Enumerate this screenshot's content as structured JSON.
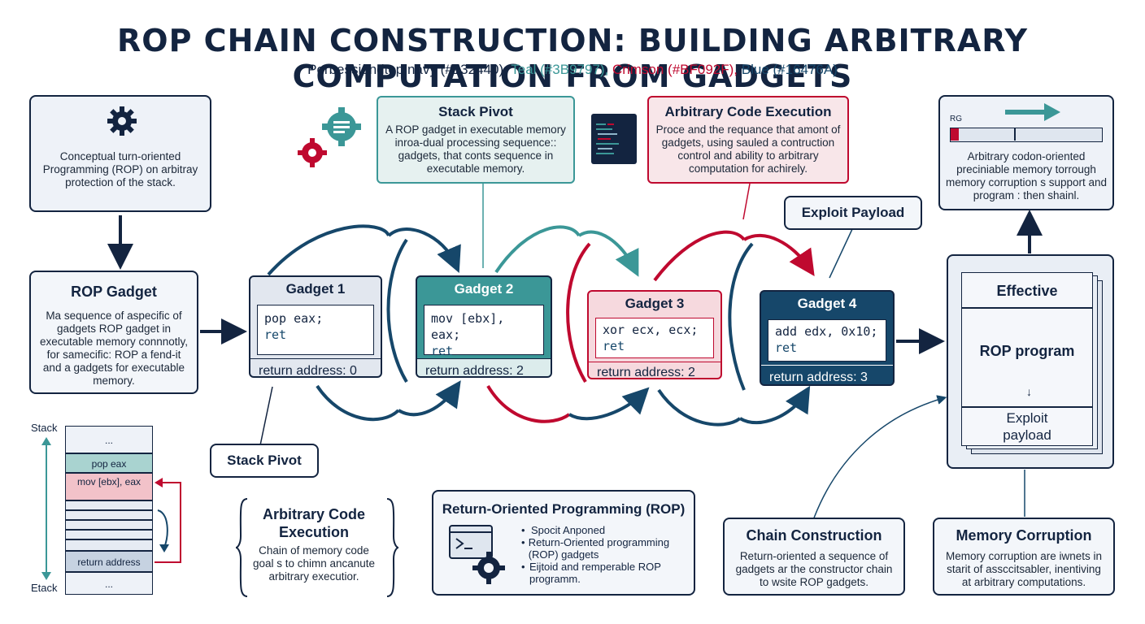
{
  "title": "ROP CHAIN CONSTRUCTION: BUILDING ARBITRARY COMPUTATION FROM GADGETS",
  "subtitle": {
    "navy": "Porbessiondtep navy (#132440),",
    "teal": "Teal (#3B9797),",
    "crimson": "Crimson (#BF092F),",
    "blue": "Blue (#16476A)"
  },
  "colors": {
    "navy": "#132440",
    "teal": "#3B9797",
    "crimson": "#BF092F",
    "blue": "#16476A"
  },
  "intro_box": {
    "icon": "gear-icon",
    "text": "Conceptual turn-oriented Programming (ROP) on arbitray protection of the stack."
  },
  "rop_gadget_box": {
    "title": "ROP Gadget",
    "text": "Ma sequence of aspecific of gadgets ROP gadget in executable memory connnotly, for samecific: ROP a fend-it and a gadgets for executable memory."
  },
  "stack_pivot_top": {
    "title": "Stack Pivot",
    "text": "A ROP gadget in executable memory inroa-dual processing sequence:: gadgets, that conts sequence in executable memory."
  },
  "arbitrary_top": {
    "title": "Arbitrary Code Execution",
    "text": "Proce and the requance that amont of gadgets, using sauled a contruction control and ability to arbitrary computation for achirely."
  },
  "exploit_payload_label": "Exploit Payload",
  "top_right": {
    "bar_label": "RG",
    "text": "Arbitrary codon-oriented preciniable memory torrough memory corruption s support and program : then shainl."
  },
  "gadgets": [
    {
      "title": "Gadget 1",
      "line1": "pop eax;",
      "line2": "ret",
      "ret": "return address: 0"
    },
    {
      "title": "Gadget 2",
      "line1": "mov [ebx], eax;",
      "line2": "ret",
      "ret": "return address: 2"
    },
    {
      "title": "Gadget 3",
      "line1": "xor ecx, ecx;",
      "line2": "ret",
      "ret": "return address: 2"
    },
    {
      "title": "Gadget 4",
      "line1": "add edx, 0x10;",
      "line2": "ret",
      "ret": "return address: 3"
    }
  ],
  "effective": {
    "title": "Effective",
    "middle": "ROP program",
    "bottom": "Exploit payload"
  },
  "stack": {
    "top_label": "Stack",
    "bottom_label": "Etack",
    "cells": [
      "...",
      "pop eax",
      "mov [ebx], eax",
      "return address",
      "..."
    ]
  },
  "stack_pivot_label": "Stack Pivot",
  "arbitrary_bottom": {
    "title": "Arbitrary Code Execution",
    "text": "Chain of memory code goal s to chimn ancanute arbitrary executior."
  },
  "rop_box": {
    "title": "Return-Oriented Programming (ROP)",
    "bullets": [
      "Spocit Anponed",
      "Return-Oriented programming (ROP) gadgets",
      "Eijtoid and remperable ROP programm."
    ]
  },
  "chain_construction": {
    "title": "Chain Construction",
    "text": "Return-oriented a sequence of gadgets ar the constructor chain to wsite ROP gadgets."
  },
  "memory_corruption": {
    "title": "Memory Corruption",
    "text": "Memory corruption are iwnets in starit of assccitsabler, inentiving at arbitrary computations."
  }
}
